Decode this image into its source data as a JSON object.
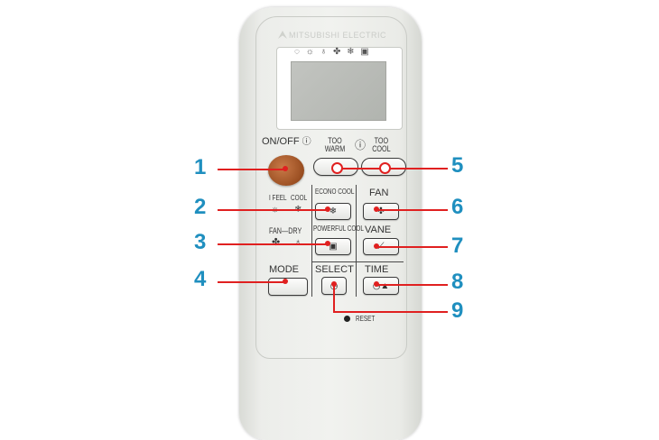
{
  "brand": "MITSUBISHI ELECTRIC",
  "lcd_icons": "◌ ☼ ♁ ✤ ❄ ▣",
  "labels": {
    "on_off": "ON/OFF",
    "too_warm": "TOO WARM",
    "too_cool": "TOO COOL",
    "i_feel": "I FEEL",
    "cool": "COOL",
    "fan": "FAN",
    "dry": "DRY",
    "econo_cool": "ECONO COOL",
    "powerful_cool": "POWERFUL COOL",
    "fan_btn": "FAN",
    "vane": "VANE",
    "mode": "MODE",
    "select": "SELECT",
    "time": "TIME",
    "reset": "RESET"
  },
  "callouts": [
    "1",
    "2",
    "3",
    "4",
    "5",
    "6",
    "7",
    "8",
    "9"
  ],
  "colors": {
    "callout_number": "#1f8fbf",
    "callout_line": "#e02020",
    "power_button": "#a0522d"
  }
}
